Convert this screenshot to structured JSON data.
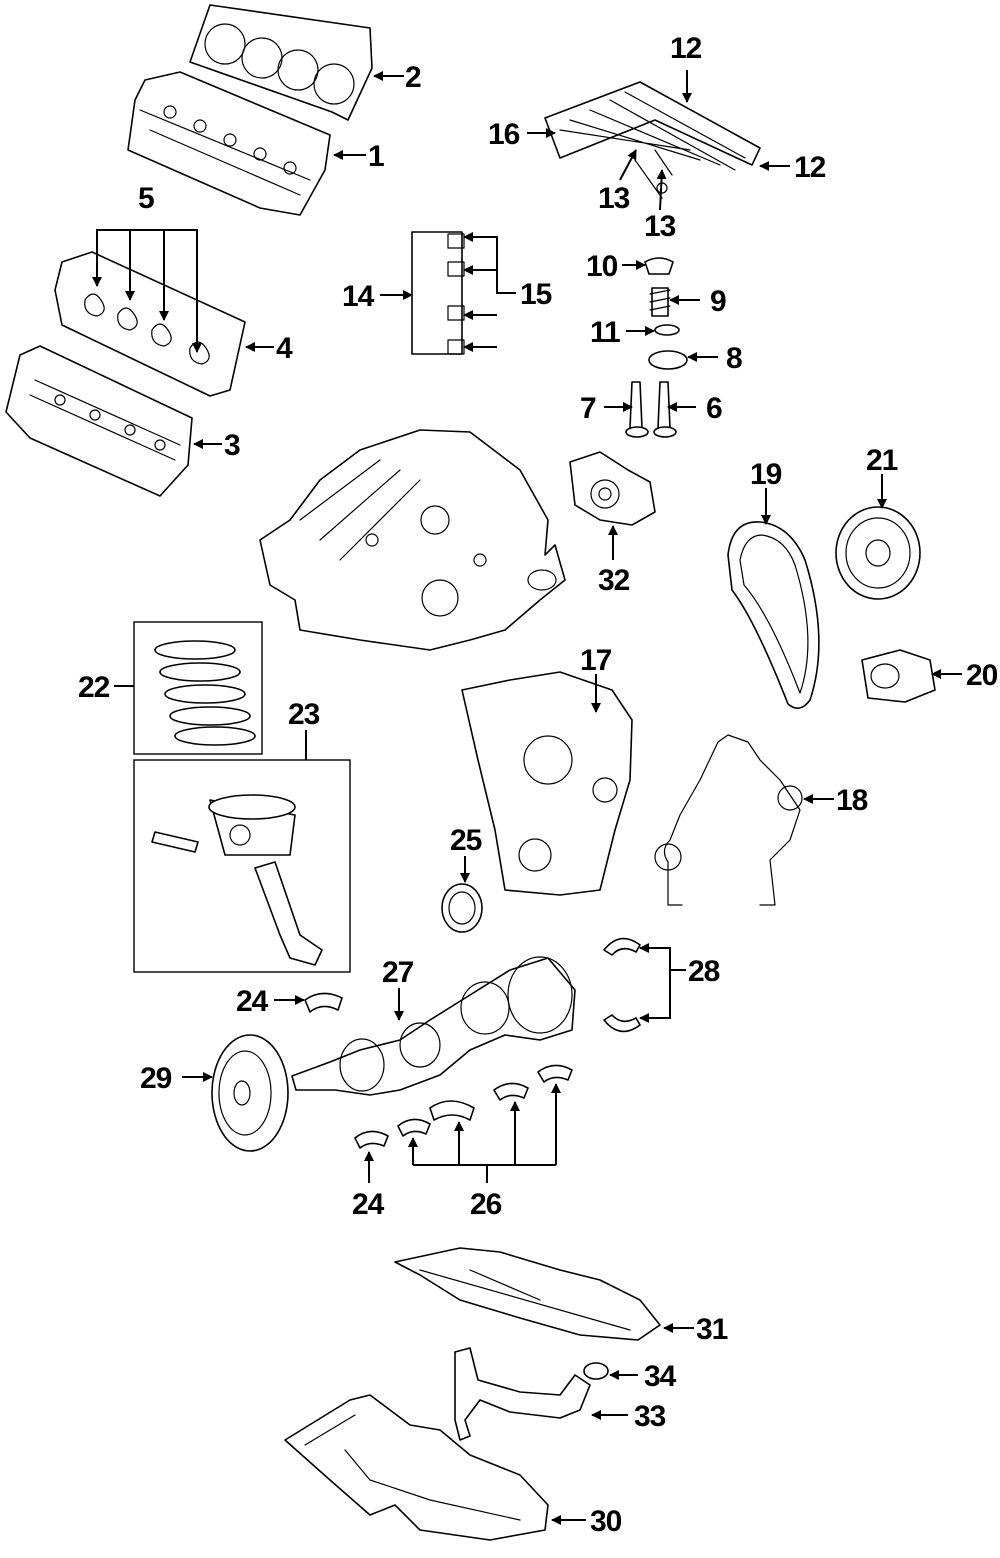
{
  "diagram": {
    "type": "exploded-parts-diagram",
    "callouts": [
      "1",
      "2",
      "3",
      "4",
      "5",
      "6",
      "7",
      "8",
      "9",
      "10",
      "11",
      "12",
      "13",
      "14",
      "15",
      "16",
      "17",
      "18",
      "19",
      "20",
      "21",
      "22",
      "23",
      "24",
      "25",
      "26",
      "27",
      "28",
      "29",
      "30",
      "31",
      "32",
      "33",
      "34"
    ],
    "colors": {
      "line": "#000000",
      "background": "#ffffff"
    }
  }
}
